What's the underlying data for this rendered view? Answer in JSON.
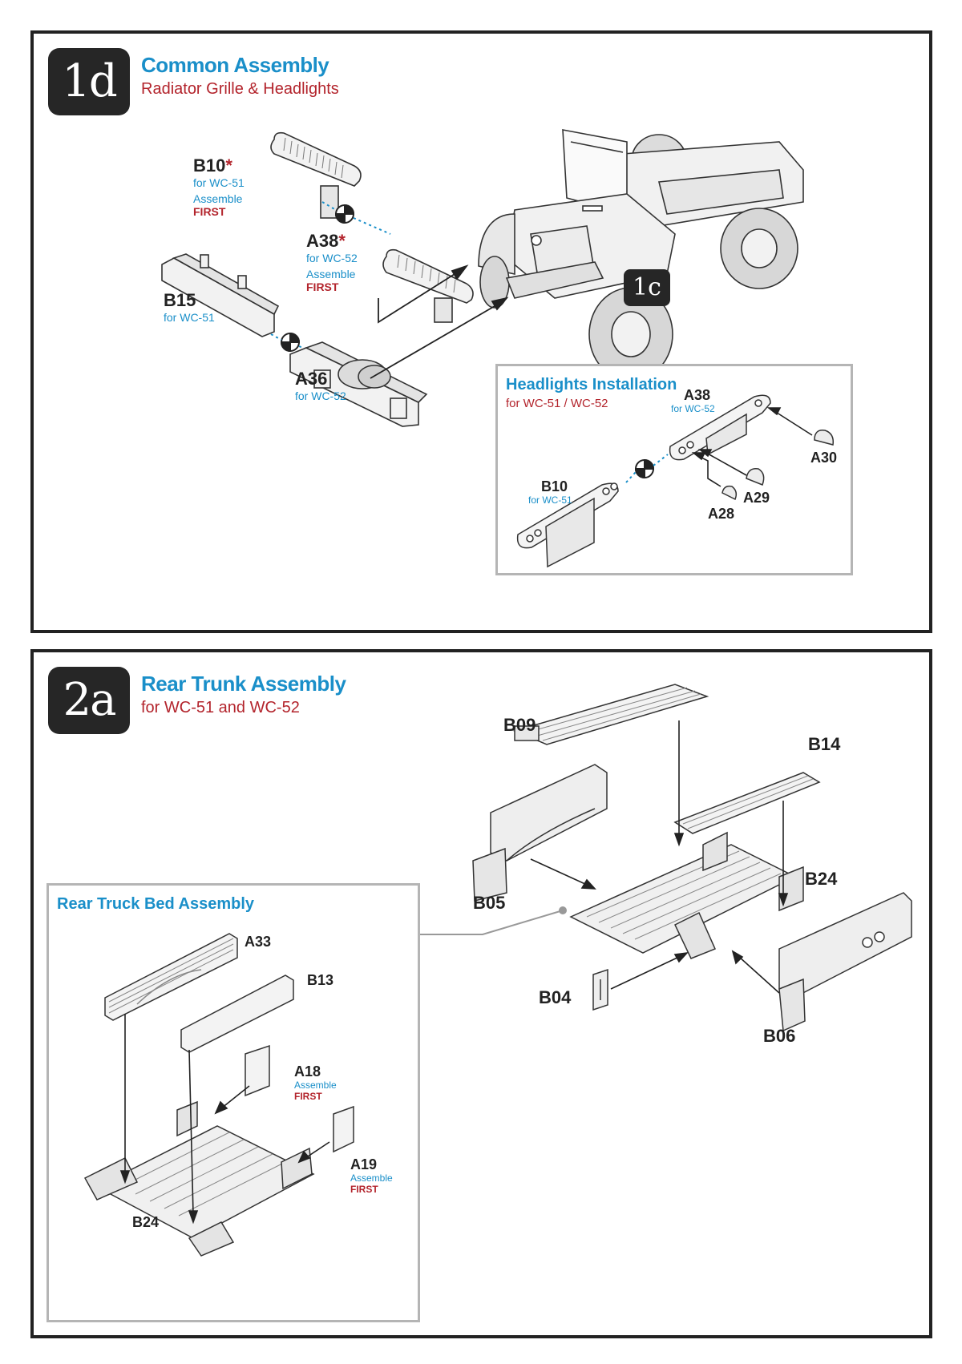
{
  "step_1d": {
    "badge": "1d",
    "title": "Common Assembly",
    "subtitle": "Radiator Grille & Headlights",
    "parts": {
      "b10": {
        "code": "B10",
        "star": "*",
        "for": "for WC-51",
        "assemble": "Assemble",
        "first": "FIRST"
      },
      "a38": {
        "code": "A38",
        "star": "*",
        "for": "for WC-52",
        "assemble": "Assemble",
        "first": "FIRST"
      },
      "b15": {
        "code": "B15",
        "for": "for WC-51"
      },
      "a36": {
        "code": "A36",
        "for": "for WC-52"
      }
    },
    "ref_badge": "1c",
    "inset": {
      "title": "Headlights Installation",
      "subtitle": "for WC-51 / WC-52",
      "a38": {
        "code": "A38",
        "for": "for WC-52"
      },
      "b10": {
        "code": "B10",
        "for": "for WC-51"
      },
      "a30": "A30",
      "a29": "A29",
      "a28": "A28"
    }
  },
  "step_2a": {
    "badge": "2a",
    "title": "Rear Trunk Assembly",
    "subtitle": "for WC-51 and WC-52",
    "parts": {
      "b09": "B09",
      "b14": "B14",
      "b24": "B24",
      "b05": "B05",
      "b04": "B04",
      "b06": "B06"
    },
    "inset": {
      "title": "Rear Truck Bed Assembly",
      "a33": "A33",
      "b13": "B13",
      "a18": {
        "code": "A18",
        "assemble": "Assemble",
        "first": "FIRST"
      },
      "a19": {
        "code": "A19",
        "assemble": "Assemble",
        "first": "FIRST"
      },
      "b24": "B24"
    }
  },
  "colors": {
    "blue": "#1a8fc9",
    "red": "#b3242c",
    "dark": "#262626"
  }
}
